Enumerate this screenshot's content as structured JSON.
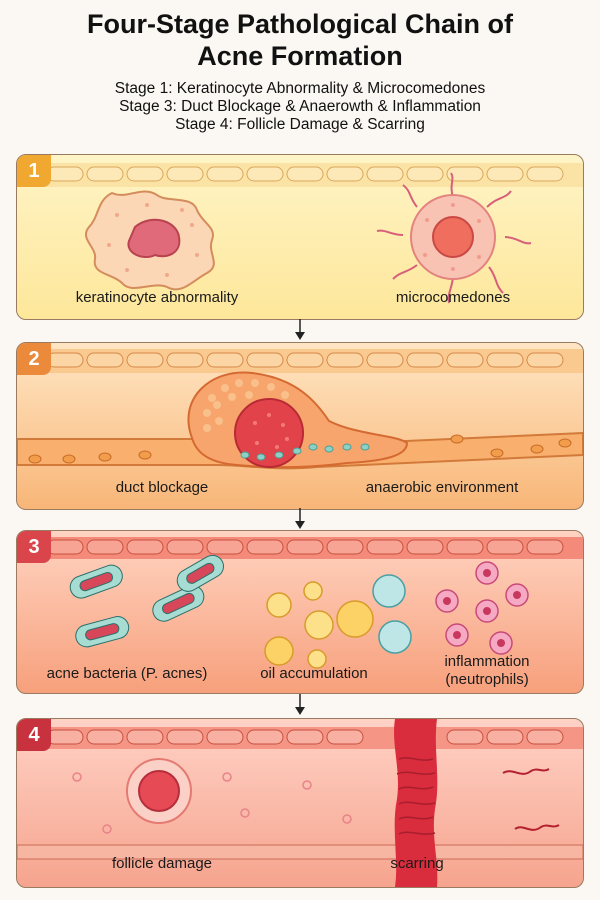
{
  "title_line1": "Four-Stage Pathological Chain of",
  "title_line2": "Acne Formation",
  "subtitles": [
    "Stage 1: Keratinocyte Abnormality & Microcomedones",
    "Stage 3: Duct Blockage & Anaerowth & Inflammation",
    "Stage 4: Follicle Damage & Scarring"
  ],
  "stages": [
    {
      "number": "1",
      "labels": [
        "keratinocyte abnormality",
        "microcomedones"
      ]
    },
    {
      "number": "2",
      "labels": [
        "duct blockage",
        "anaerobic environment"
      ]
    },
    {
      "number": "3",
      "labels": [
        "acne bacteria (P. acnes)",
        "oil accumulation",
        "inflammation",
        "(neutrophils)"
      ]
    },
    {
      "number": "4",
      "labels": [
        "follicle damage",
        "scarring"
      ]
    }
  ],
  "colors": {
    "stage1": "#f0a830",
    "stage2": "#ea8a3a",
    "stage3": "#d9454a",
    "stage4": "#c8313e"
  }
}
